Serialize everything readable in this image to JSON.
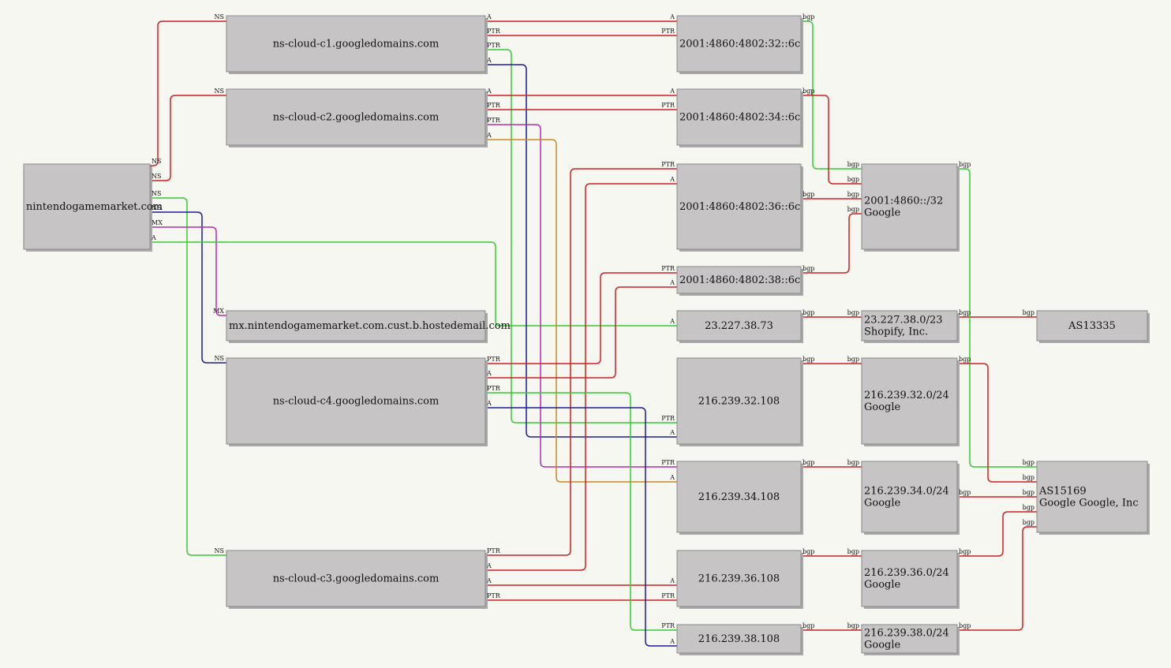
{
  "colors": {
    "NS": "#cc2222",
    "A": "#cc2222",
    "PTR": "#cc2222",
    "MX": "#cc33cc",
    "bgp": "#cc2222",
    "green": "#33cc33",
    "blue": "#1c1c99",
    "purple": "#b32db3",
    "orange": "#cc8822"
  },
  "nodes": {
    "root": {
      "lines": [
        "nintendogamemarket.com"
      ]
    },
    "c1": {
      "lines": [
        "ns-cloud-c1.googledomains.com"
      ]
    },
    "c2": {
      "lines": [
        "ns-cloud-c2.googledomains.com"
      ]
    },
    "mx": {
      "lines": [
        "mx.nintendogamemarket.com.cust.b.hostedemail.com"
      ]
    },
    "c4": {
      "lines": [
        "ns-cloud-c4.googledomains.com"
      ]
    },
    "c3": {
      "lines": [
        "ns-cloud-c3.googledomains.com"
      ]
    },
    "ip32": {
      "lines": [
        "2001:4860:4802:32::6c"
      ]
    },
    "ip34": {
      "lines": [
        "2001:4860:4802:34::6c"
      ]
    },
    "ip36": {
      "lines": [
        "2001:4860:4802:36::6c"
      ]
    },
    "ip38": {
      "lines": [
        "2001:4860:4802:38::6c"
      ]
    },
    "ip2327": {
      "lines": [
        "23.227.38.73"
      ]
    },
    "ip21632": {
      "lines": [
        "216.239.32.108"
      ]
    },
    "ip21634": {
      "lines": [
        "216.239.34.108"
      ]
    },
    "ip21636": {
      "lines": [
        "216.239.36.108"
      ]
    },
    "ip21638": {
      "lines": [
        "216.239.38.108"
      ]
    },
    "pfx6": {
      "lines": [
        "2001:4860::/32",
        "Google"
      ]
    },
    "pfxShop": {
      "lines": [
        "23.227.38.0/23",
        "Shopify, Inc."
      ]
    },
    "pfx32": {
      "lines": [
        "216.239.32.0/24",
        "Google"
      ]
    },
    "pfx34": {
      "lines": [
        "216.239.34.0/24",
        "Google"
      ]
    },
    "pfx36": {
      "lines": [
        "216.239.36.0/24",
        "Google"
      ]
    },
    "pfx38": {
      "lines": [
        "216.239.38.0/24",
        "Google"
      ]
    },
    "as13335": {
      "lines": [
        "AS13335"
      ]
    },
    "as15169": {
      "lines": [
        "AS15169",
        "Google Google, Inc"
      ]
    }
  },
  "edges": [
    {
      "label": "NS",
      "from": "root",
      "to": "c1",
      "color": "red"
    },
    {
      "label": "NS",
      "from": "root",
      "to": "c2",
      "color": "red"
    },
    {
      "label": "NS",
      "from": "root",
      "to": "c3",
      "color": "green"
    },
    {
      "label": "NS",
      "from": "root",
      "to": "c4",
      "color": "blue"
    },
    {
      "label": "MX",
      "from": "root",
      "to": "mx",
      "color": "purple"
    },
    {
      "label": "A",
      "from": "root",
      "to": "ip2327",
      "color": "green"
    },
    {
      "label": "A",
      "from": "c1",
      "to": "ip32",
      "color": "red"
    },
    {
      "label": "PTR",
      "from": "c1",
      "to": "ip32",
      "color": "red"
    },
    {
      "label": "PTR",
      "from": "c1",
      "to": "ip21632",
      "color": "green"
    },
    {
      "label": "A",
      "from": "c1",
      "to": "ip21632",
      "color": "blue"
    },
    {
      "label": "A",
      "from": "c2",
      "to": "ip34",
      "color": "red"
    },
    {
      "label": "PTR",
      "from": "c2",
      "to": "ip34",
      "color": "red"
    },
    {
      "label": "PTR",
      "from": "c2",
      "to": "ip21634",
      "color": "purple"
    },
    {
      "label": "A",
      "from": "c2",
      "to": "ip21634",
      "color": "orange"
    },
    {
      "label": "PTR",
      "from": "c3",
      "to": "ip36",
      "color": "red"
    },
    {
      "label": "A",
      "from": "c3",
      "to": "ip36",
      "color": "red"
    },
    {
      "label": "A",
      "from": "c3",
      "to": "ip21636",
      "color": "red"
    },
    {
      "label": "PTR",
      "from": "c3",
      "to": "ip21636",
      "color": "red"
    },
    {
      "label": "PTR",
      "from": "c4",
      "to": "ip38",
      "color": "red"
    },
    {
      "label": "A",
      "from": "c4",
      "to": "ip38",
      "color": "red"
    },
    {
      "label": "PTR",
      "from": "c4",
      "to": "ip21638",
      "color": "green"
    },
    {
      "label": "A",
      "from": "c4",
      "to": "ip21638",
      "color": "blue"
    },
    {
      "label": "bgp",
      "from": "ip32",
      "to": "pfx6",
      "color": "green"
    },
    {
      "label": "bgp",
      "from": "ip34",
      "to": "pfx6",
      "color": "red"
    },
    {
      "label": "bgp",
      "from": "ip36",
      "to": "pfx6",
      "color": "red"
    },
    {
      "label": "bgp",
      "from": "ip38",
      "to": "pfx6",
      "color": "red"
    },
    {
      "label": "bgp",
      "from": "ip2327",
      "to": "pfxShop",
      "color": "red"
    },
    {
      "label": "bgp",
      "from": "ip21632",
      "to": "pfx32",
      "color": "red"
    },
    {
      "label": "bgp",
      "from": "ip21634",
      "to": "pfx34",
      "color": "red"
    },
    {
      "label": "bgp",
      "from": "ip21636",
      "to": "pfx36",
      "color": "red"
    },
    {
      "label": "bgp",
      "from": "ip21638",
      "to": "pfx38",
      "color": "red"
    },
    {
      "label": "bgp",
      "from": "pfxShop",
      "to": "as13335",
      "color": "red"
    },
    {
      "label": "bgp",
      "from": "pfx6",
      "to": "as15169",
      "color": "green"
    },
    {
      "label": "bgp",
      "from": "pfx32",
      "to": "as15169",
      "color": "red"
    },
    {
      "label": "bgp",
      "from": "pfx34",
      "to": "as15169",
      "color": "red"
    },
    {
      "label": "bgp",
      "from": "pfx36",
      "to": "as15169",
      "color": "red"
    },
    {
      "label": "bgp",
      "from": "pfx38",
      "to": "as15169",
      "color": "red"
    }
  ]
}
